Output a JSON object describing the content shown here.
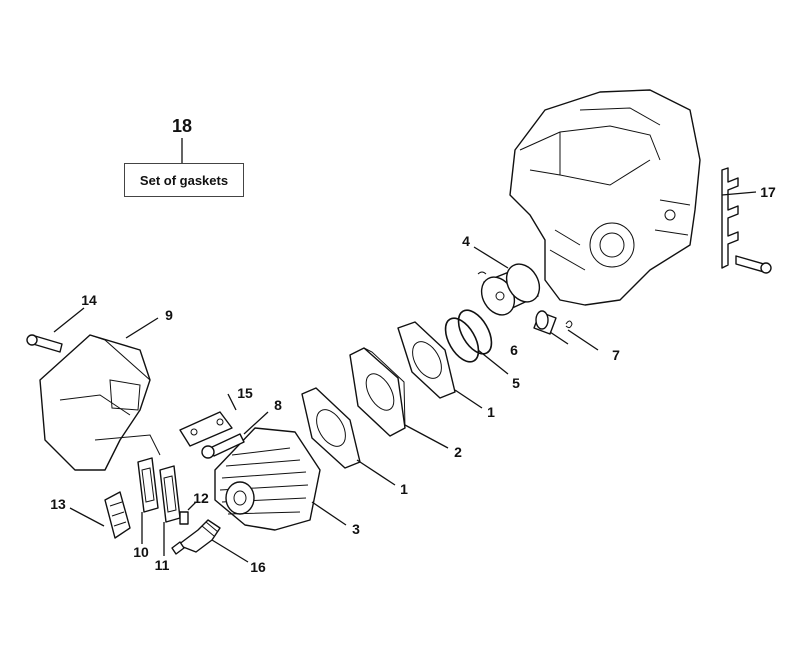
{
  "callouts": {
    "c1a": "1",
    "c1b": "1",
    "c2": "2",
    "c3": "3",
    "c4": "4",
    "c5": "5",
    "c6": "6",
    "c7": "7",
    "c8": "8",
    "c9": "9",
    "c10": "10",
    "c11": "11",
    "c12": "12",
    "c13": "13",
    "c14": "14",
    "c15": "15",
    "c16": "16",
    "c17": "17",
    "c18": "18"
  },
  "gasket_set_label": "Set of gaskets",
  "colors": {
    "line": "#111111",
    "background": "#ffffff"
  }
}
